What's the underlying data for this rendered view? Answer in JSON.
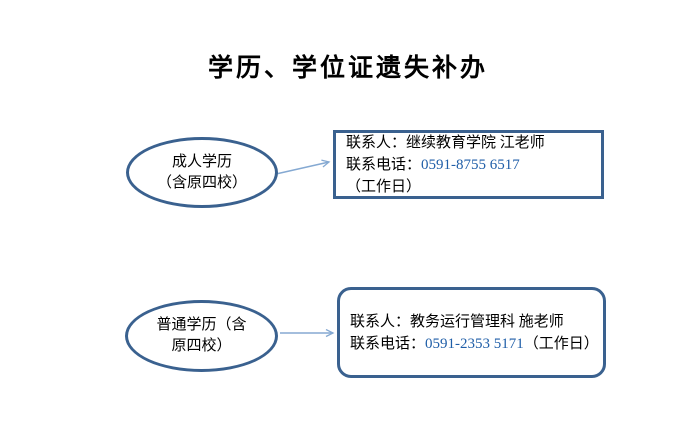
{
  "title": "学历、学位证遗失补办",
  "adult": {
    "ellipse_line1": "成人学历",
    "ellipse_line2": "（含原四校）",
    "contact_line": "联系人：继续教育学院 江老师",
    "phone_prefix": "联系电话：",
    "phone_number": "0591-8755 6517",
    "phone_suffix": " （工作日）"
  },
  "regular": {
    "ellipse_line1": "普通学历（含",
    "ellipse_line2": "原四校）",
    "contact_line": "联系人：教务运行管理科 施老师",
    "phone_prefix": "联系电话：",
    "phone_number": "0591-2353 5171",
    "phone_suffix": "（工作日）"
  },
  "colors": {
    "shape_border": "#3A618F",
    "arrow": "#85A9D2",
    "phone_text": "#1F5EA8",
    "body_text": "#000000",
    "background": "#FFFFFF"
  }
}
